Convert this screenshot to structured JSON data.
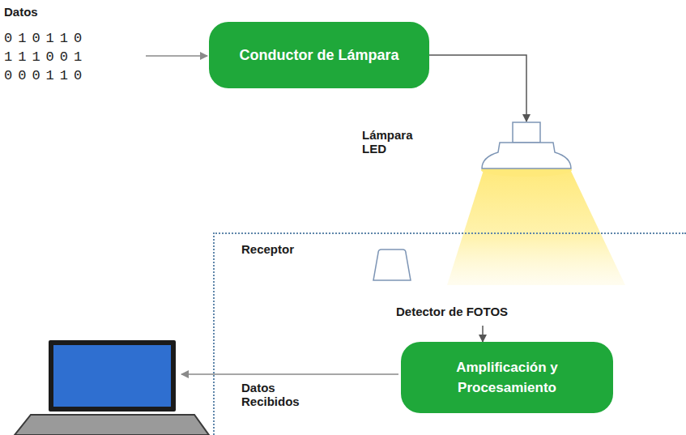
{
  "diagram": {
    "nodes": [
      {
        "text": [
          "Conductor de Lámpara"
        ]
      },
      {
        "text": [
          "Lámpara LED"
        ]
      },
      {
        "text": [
          "Receptor"
        ]
      },
      {
        "text": [
          "Detector de FOTOS"
        ],
        "in": 2
      },
      {
        "text": [
          "Amplificación y Procesamiento"
        ],
        "in": 2
      }
    ],
    "edges": [
      {
        "from": 0,
        "to": 1,
        "arrow": "to"
      },
      {
        "from": 3,
        "to": 4,
        "arrow": "to"
      }
    ],
    "labels": [
      "Datos",
      "010110",
      "111001",
      "000110",
      "Datos Recibidos"
    ]
  }
}
